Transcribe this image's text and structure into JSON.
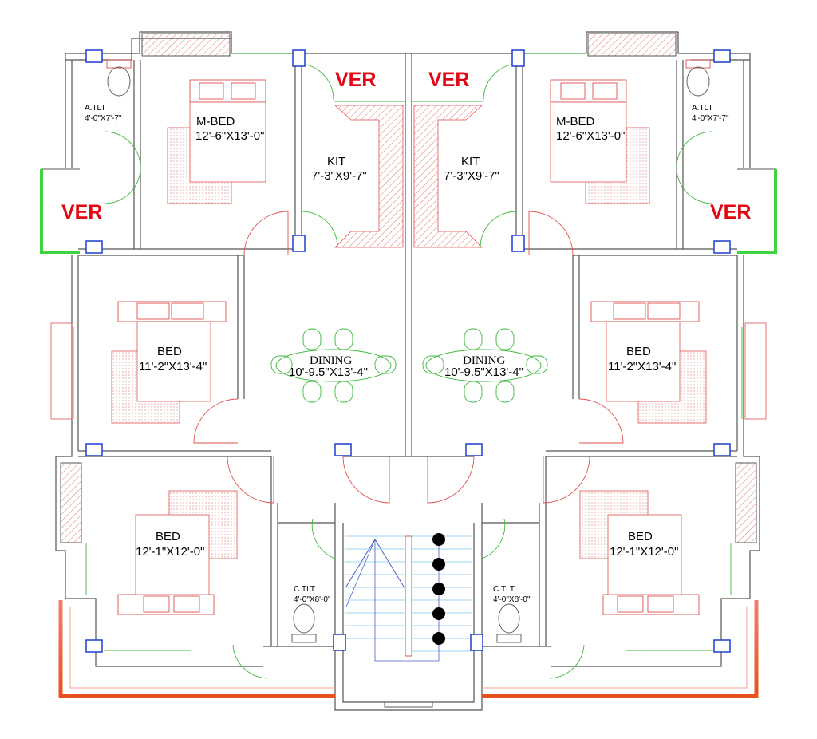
{
  "labels": {
    "ver_kit_left": "VER",
    "ver_kit_right": "VER",
    "ver_side_left": "VER",
    "ver_side_right": "VER",
    "mbed_left_name": "M-BED",
    "mbed_left_dim": "12'-6\"X13'-0\"",
    "mbed_right_name": "M-BED",
    "mbed_right_dim": "12'-6\"X13'-0\"",
    "atlt_left_name": "A.TLT",
    "atlt_left_dim": "4'-0\"X7'-7\"",
    "atlt_right_name": "A.TLT",
    "atlt_right_dim": "4'-0\"X7'-7\"",
    "kit_left_name": "KIT",
    "kit_left_dim": "7'-3\"X9'-7\"",
    "kit_right_name": "KIT",
    "kit_right_dim": "7'-3\"X9'-7\"",
    "bed_mid_left_name": "BED",
    "bed_mid_left_dim": "11'-2\"X13'-4\"",
    "bed_mid_right_name": "BED",
    "bed_mid_right_dim": "11'-2\"X13'-4\"",
    "dining_left_name": "DINING",
    "dining_left_dim": "10'-9.5\"X13'-4\"",
    "dining_right_name": "DINING",
    "dining_right_dim": "10'-9.5\"X13'-4\"",
    "bed_low_left_name": "BED",
    "bed_low_left_dim": "12'-1\"X12'-0\"",
    "bed_low_right_name": "BED",
    "bed_low_right_dim": "12'-1\"X12'-0\"",
    "ctlt_left_name": "C.TLT",
    "ctlt_left_dim": "4'-0\"X8'-0\"",
    "ctlt_right_name": "C.TLT",
    "ctlt_right_dim": "4'-0\"X8'-0\""
  },
  "colors": {
    "wall": "#555555",
    "furniture": "#e05050",
    "door_window": "#3cb83c",
    "column": "#1f3fcf",
    "ver_text": "#e30613",
    "balcony_orange": "#e8501e",
    "balcony_green": "#4fd43a"
  }
}
